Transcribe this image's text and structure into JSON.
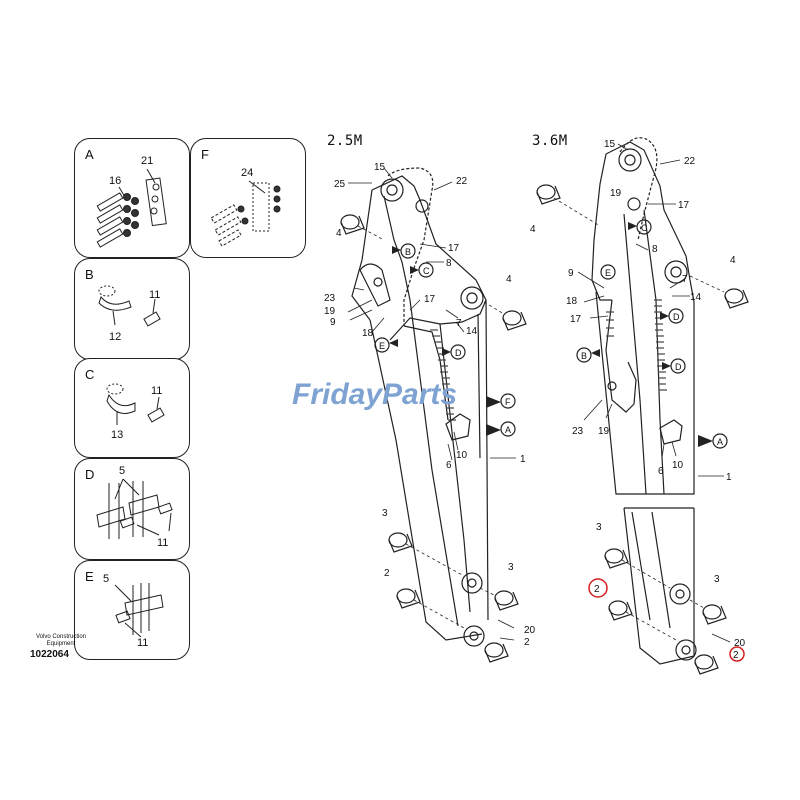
{
  "detail_boxes": [
    {
      "letter": "A",
      "numbers": [
        "21",
        "16"
      ]
    },
    {
      "letter": "F",
      "numbers": [
        "24"
      ]
    },
    {
      "letter": "B",
      "numbers": [
        "11",
        "12"
      ]
    },
    {
      "letter": "C",
      "numbers": [
        "11",
        "13"
      ]
    },
    {
      "letter": "D",
      "numbers": [
        "5",
        "11"
      ]
    },
    {
      "letter": "E",
      "numbers": [
        "5",
        "11"
      ]
    }
  ],
  "credit": "Volvo Construction Equipment",
  "document_number": "1022064",
  "variants": [
    {
      "size": "2.5M"
    },
    {
      "size": "3.6M"
    }
  ],
  "watermark": {
    "part1": "Friday",
    "part2": "Parts"
  },
  "left_labels": {
    "n15": "15",
    "n25": "25",
    "n22": "22",
    "n4a": "4",
    "n17a": "17",
    "n8": "8",
    "n4b": "4",
    "n23": "23",
    "n19": "19",
    "n9": "9",
    "n17b": "17",
    "n7": "7",
    "n18": "18",
    "n14": "14",
    "n10": "10",
    "n6": "6",
    "n1": "1",
    "n3a": "3",
    "n2a": "2",
    "n3b": "3",
    "n20": "20",
    "n2b": "2",
    "cB": "B",
    "cC": "C",
    "cE": "E",
    "cD": "D",
    "cF": "F",
    "cA": "A"
  },
  "right_labels": {
    "n15": "15",
    "n22": "22",
    "n19": "19",
    "n17a": "17",
    "n4a": "4",
    "n8": "8",
    "n9": "9",
    "n7": "7",
    "n4b": "4",
    "n14": "14",
    "n18": "18",
    "n17b": "17",
    "n23": "23",
    "n19b": "19",
    "n6": "6",
    "n10": "10",
    "n1": "1",
    "n3a": "3",
    "n2a": "2",
    "n3b": "3",
    "n20": "20",
    "n2b": "2",
    "cE": "E",
    "cD": "D",
    "cC": "C",
    "cB": "B",
    "cD2": "D",
    "cA": "A"
  },
  "colors": {
    "line": "#222222",
    "highlight": "#d42020",
    "watermark": "#7ea3d2",
    "hatch": "#444444"
  }
}
